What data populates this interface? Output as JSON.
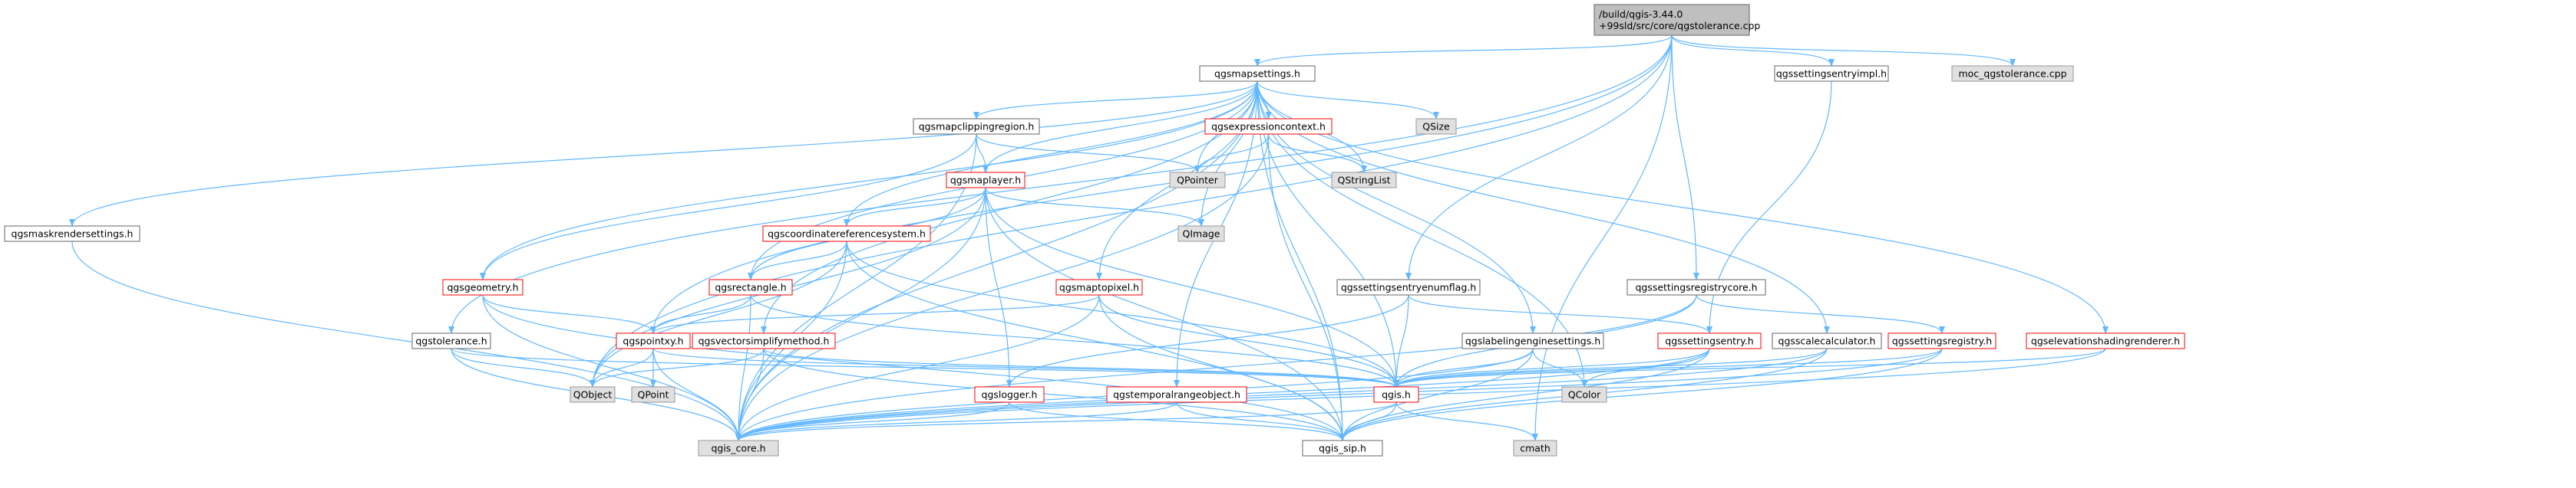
{
  "chart_data": {
    "type": "diagram",
    "title": "",
    "root": "n_root",
    "colors": {
      "root_fill": "#bfbfbf",
      "node_fill": "#ffffff",
      "node_border": "#666666",
      "red_border": "#ff0000",
      "external_fill": "#e0e0e0",
      "external_border": "#999999",
      "text": "#000000",
      "edge": "#63b8ff"
    },
    "nodes": [
      {
        "id": "n_root",
        "lines": [
          "/build/qgis-3.44.0",
          "+99sld/src/core/qgstolerance.cpp"
        ],
        "kind": "root"
      },
      {
        "id": "n_mapsettings",
        "lines": [
          "qgsmapsettings.h"
        ],
        "kind": "normal"
      },
      {
        "id": "n_settingsentryimpl",
        "lines": [
          "qgssettingsentryimpl.h"
        ],
        "kind": "normal"
      },
      {
        "id": "n_moc",
        "lines": [
          "moc_qgstolerance.cpp"
        ],
        "kind": "external"
      },
      {
        "id": "n_maskrender",
        "lines": [
          "qgsmaskrendersettings.h"
        ],
        "kind": "normal"
      },
      {
        "id": "n_mapclipping",
        "lines": [
          "qgsmapclippingregion.h"
        ],
        "kind": "normal"
      },
      {
        "id": "n_exprcontext",
        "lines": [
          "qgsexpressioncontext.h"
        ],
        "kind": "red"
      },
      {
        "id": "n_qsize",
        "lines": [
          "QSize"
        ],
        "kind": "external"
      },
      {
        "id": "n_maplayer",
        "lines": [
          "qgsmaplayer.h"
        ],
        "kind": "red"
      },
      {
        "id": "n_qpointer",
        "lines": [
          "QPointer"
        ],
        "kind": "external"
      },
      {
        "id": "n_qstringlist",
        "lines": [
          "QStringList"
        ],
        "kind": "external"
      },
      {
        "id": "n_qimage",
        "lines": [
          "QImage"
        ],
        "kind": "external"
      },
      {
        "id": "n_crs",
        "lines": [
          "qgscoordinatereferencesystem.h"
        ],
        "kind": "red"
      },
      {
        "id": "n_geometry",
        "lines": [
          "qgsgeometry.h"
        ],
        "kind": "red"
      },
      {
        "id": "n_rectangle",
        "lines": [
          "qgsrectangle.h"
        ],
        "kind": "red"
      },
      {
        "id": "n_maptopixel",
        "lines": [
          "qgsmaptopixel.h"
        ],
        "kind": "red"
      },
      {
        "id": "n_enumflag",
        "lines": [
          "qgssettingsentryenumflag.h"
        ],
        "kind": "normal"
      },
      {
        "id": "n_registrycore",
        "lines": [
          "qgssettingsregistrycore.h"
        ],
        "kind": "normal"
      },
      {
        "id": "n_tolerance",
        "lines": [
          "qgstolerance.h"
        ],
        "kind": "normal"
      },
      {
        "id": "n_pointxy",
        "lines": [
          "qgspointxy.h"
        ],
        "kind": "red"
      },
      {
        "id": "n_vectorsimplify",
        "lines": [
          "qgsvectorsimplifymethod.h"
        ],
        "kind": "red"
      },
      {
        "id": "n_labeling",
        "lines": [
          "qgslabelingenginesettings.h"
        ],
        "kind": "normal"
      },
      {
        "id": "n_settingsentry",
        "lines": [
          "qgssettingsentry.h"
        ],
        "kind": "red"
      },
      {
        "id": "n_scalecalc",
        "lines": [
          "qgsscalecalculator.h"
        ],
        "kind": "normal"
      },
      {
        "id": "n_settingsregistry",
        "lines": [
          "qgssettingsregistry.h"
        ],
        "kind": "red"
      },
      {
        "id": "n_elevshading",
        "lines": [
          "qgselevationshadingrenderer.h"
        ],
        "kind": "red"
      },
      {
        "id": "n_qobject",
        "lines": [
          "QObject"
        ],
        "kind": "external"
      },
      {
        "id": "n_qpoint",
        "lines": [
          "QPoint"
        ],
        "kind": "external"
      },
      {
        "id": "n_logger",
        "lines": [
          "qgslogger.h"
        ],
        "kind": "red"
      },
      {
        "id": "n_temporal",
        "lines": [
          "qgstemporalrangeobject.h"
        ],
        "kind": "red"
      },
      {
        "id": "n_qgis",
        "lines": [
          "qgis.h"
        ],
        "kind": "red"
      },
      {
        "id": "n_qcolor",
        "lines": [
          "QColor"
        ],
        "kind": "external"
      },
      {
        "id": "n_qgiscore",
        "lines": [
          "qgis_core.h"
        ],
        "kind": "external"
      },
      {
        "id": "n_qgissip",
        "lines": [
          "qgis_sip.h"
        ],
        "kind": "normal"
      },
      {
        "id": "n_cmath",
        "lines": [
          "cmath"
        ],
        "kind": "external"
      }
    ],
    "edges": [
      [
        "n_root",
        "n_mapsettings"
      ],
      [
        "n_root",
        "n_settingsentryimpl"
      ],
      [
        "n_root",
        "n_moc"
      ],
      [
        "n_root",
        "n_tolerance"
      ],
      [
        "n_root",
        "n_pointxy"
      ],
      [
        "n_root",
        "n_qobject"
      ],
      [
        "n_root",
        "n_enumflag"
      ],
      [
        "n_root",
        "n_registrycore"
      ],
      [
        "n_root",
        "n_cmath"
      ],
      [
        "n_mapsettings",
        "n_maskrender"
      ],
      [
        "n_mapsettings",
        "n_mapclipping"
      ],
      [
        "n_mapsettings",
        "n_exprcontext"
      ],
      [
        "n_mapsettings",
        "n_qsize"
      ],
      [
        "n_mapsettings",
        "n_maplayer"
      ],
      [
        "n_mapsettings",
        "n_qpointer"
      ],
      [
        "n_mapsettings",
        "n_qstringlist"
      ],
      [
        "n_mapsettings",
        "n_qimage"
      ],
      [
        "n_mapsettings",
        "n_crs"
      ],
      [
        "n_mapsettings",
        "n_geometry"
      ],
      [
        "n_mapsettings",
        "n_rectangle"
      ],
      [
        "n_mapsettings",
        "n_maptopixel"
      ],
      [
        "n_mapsettings",
        "n_vectorsimplify"
      ],
      [
        "n_mapsettings",
        "n_labeling"
      ],
      [
        "n_mapsettings",
        "n_scalecalc"
      ],
      [
        "n_mapsettings",
        "n_elevshading"
      ],
      [
        "n_mapsettings",
        "n_temporal"
      ],
      [
        "n_mapsettings",
        "n_qcolor"
      ],
      [
        "n_mapsettings",
        "n_qgiscore"
      ],
      [
        "n_mapsettings",
        "n_qgissip"
      ],
      [
        "n_mapsettings",
        "n_qgis"
      ],
      [
        "n_mapclipping",
        "n_maplayer"
      ],
      [
        "n_mapclipping",
        "n_qpointer"
      ],
      [
        "n_mapclipping",
        "n_geometry"
      ],
      [
        "n_mapclipping",
        "n_qgiscore"
      ],
      [
        "n_exprcontext",
        "n_qpointer"
      ],
      [
        "n_exprcontext",
        "n_qstringlist"
      ],
      [
        "n_exprcontext",
        "n_qgiscore"
      ],
      [
        "n_exprcontext",
        "n_qgissip"
      ],
      [
        "n_maplayer",
        "n_qimage"
      ],
      [
        "n_maplayer",
        "n_crs"
      ],
      [
        "n_maplayer",
        "n_rectangle"
      ],
      [
        "n_maplayer",
        "n_logger"
      ],
      [
        "n_maplayer",
        "n_qgis"
      ],
      [
        "n_maplayer",
        "n_qobject"
      ],
      [
        "n_maplayer",
        "n_qgiscore"
      ],
      [
        "n_maplayer",
        "n_qgissip"
      ],
      [
        "n_crs",
        "n_rectangle"
      ],
      [
        "n_crs",
        "n_qgis"
      ],
      [
        "n_crs",
        "n_qobject"
      ],
      [
        "n_crs",
        "n_qgiscore"
      ],
      [
        "n_crs",
        "n_qgissip"
      ],
      [
        "n_geometry",
        "n_pointxy"
      ],
      [
        "n_geometry",
        "n_qgiscore"
      ],
      [
        "n_geometry",
        "n_qgissip"
      ],
      [
        "n_rectangle",
        "n_pointxy"
      ],
      [
        "n_rectangle",
        "n_qgis"
      ],
      [
        "n_rectangle",
        "n_qgiscore"
      ],
      [
        "n_maptopixel",
        "n_pointxy"
      ],
      [
        "n_maptopixel",
        "n_qgis"
      ],
      [
        "n_maptopixel",
        "n_qgiscore"
      ],
      [
        "n_maptopixel",
        "n_qgissip"
      ],
      [
        "n_maskrender",
        "n_qgiscore"
      ],
      [
        "n_tolerance",
        "n_qobject"
      ],
      [
        "n_tolerance",
        "n_qgis"
      ],
      [
        "n_tolerance",
        "n_qgiscore"
      ],
      [
        "n_pointxy",
        "n_qobject"
      ],
      [
        "n_pointxy",
        "n_qpoint"
      ],
      [
        "n_pointxy",
        "n_qgiscore"
      ],
      [
        "n_pointxy",
        "n_qgis"
      ],
      [
        "n_vectorsimplify",
        "n_qobject"
      ],
      [
        "n_vectorsimplify",
        "n_qgis"
      ],
      [
        "n_vectorsimplify",
        "n_qgiscore"
      ],
      [
        "n_vectorsimplify",
        "n_qgissip"
      ],
      [
        "n_enumflag",
        "n_settingsentry"
      ],
      [
        "n_enumflag",
        "n_logger"
      ],
      [
        "n_enumflag",
        "n_qgis"
      ],
      [
        "n_registrycore",
        "n_settingsregistry"
      ],
      [
        "n_registrycore",
        "n_qgis"
      ],
      [
        "n_registrycore",
        "n_qgiscore"
      ],
      [
        "n_settingsentryimpl",
        "n_settingsentry"
      ],
      [
        "n_labeling",
        "n_qgis"
      ],
      [
        "n_labeling",
        "n_qcolor"
      ],
      [
        "n_labeling",
        "n_qgiscore"
      ],
      [
        "n_labeling",
        "n_qgissip"
      ],
      [
        "n_settingsentry",
        "n_qgis"
      ],
      [
        "n_settingsentry",
        "n_qcolor"
      ],
      [
        "n_settingsentry",
        "n_qgiscore"
      ],
      [
        "n_settingsentry",
        "n_qgissip"
      ],
      [
        "n_scalecalc",
        "n_qgis"
      ],
      [
        "n_scalecalc",
        "n_qgiscore"
      ],
      [
        "n_scalecalc",
        "n_qgissip"
      ],
      [
        "n_settingsregistry",
        "n_qgis"
      ],
      [
        "n_settingsregistry",
        "n_qgiscore"
      ],
      [
        "n_settingsregistry",
        "n_qgissip"
      ],
      [
        "n_elevshading",
        "n_qgis"
      ],
      [
        "n_elevshading",
        "n_qgiscore"
      ],
      [
        "n_logger",
        "n_qgiscore"
      ],
      [
        "n_logger",
        "n_qgissip"
      ],
      [
        "n_temporal",
        "n_qgiscore"
      ],
      [
        "n_temporal",
        "n_qgissip"
      ],
      [
        "n_qgis",
        "n_qgiscore"
      ],
      [
        "n_qgis",
        "n_qgissip"
      ],
      [
        "n_qgis",
        "n_cmath"
      ]
    ]
  }
}
